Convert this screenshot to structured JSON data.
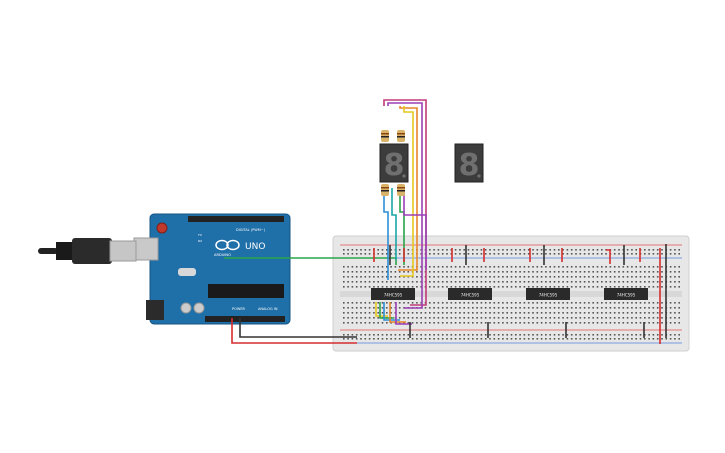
{
  "arduino": {
    "brand": "ARDUINO",
    "model": "UNO",
    "digital_label": "DIGITAL (PWM~)",
    "power_label": "POWER",
    "analog_label": "ANALOG IN",
    "tx_label": "TX",
    "rx_label": "RX"
  },
  "chips": [
    {
      "label": "74HC595"
    },
    {
      "label": "74HC595"
    },
    {
      "label": "74HC595"
    },
    {
      "label": "74HC595"
    }
  ],
  "displays": [
    {
      "digit": "8",
      "lit": false
    },
    {
      "digit": "8",
      "lit": false
    }
  ],
  "colors": {
    "board_blue": "#1f6fa8",
    "breadboard": "#e6e6e6",
    "wire_red": "#d62d2d",
    "wire_black": "#333333",
    "wire_green": "#2aa54a",
    "wire_purple": "#9b3fb6",
    "wire_orange": "#e8862a",
    "wire_yellow": "#e6c81e",
    "wire_blue": "#2d8fd6",
    "wire_magenta": "#c23a7a",
    "wire_teal": "#1aa6a6"
  }
}
